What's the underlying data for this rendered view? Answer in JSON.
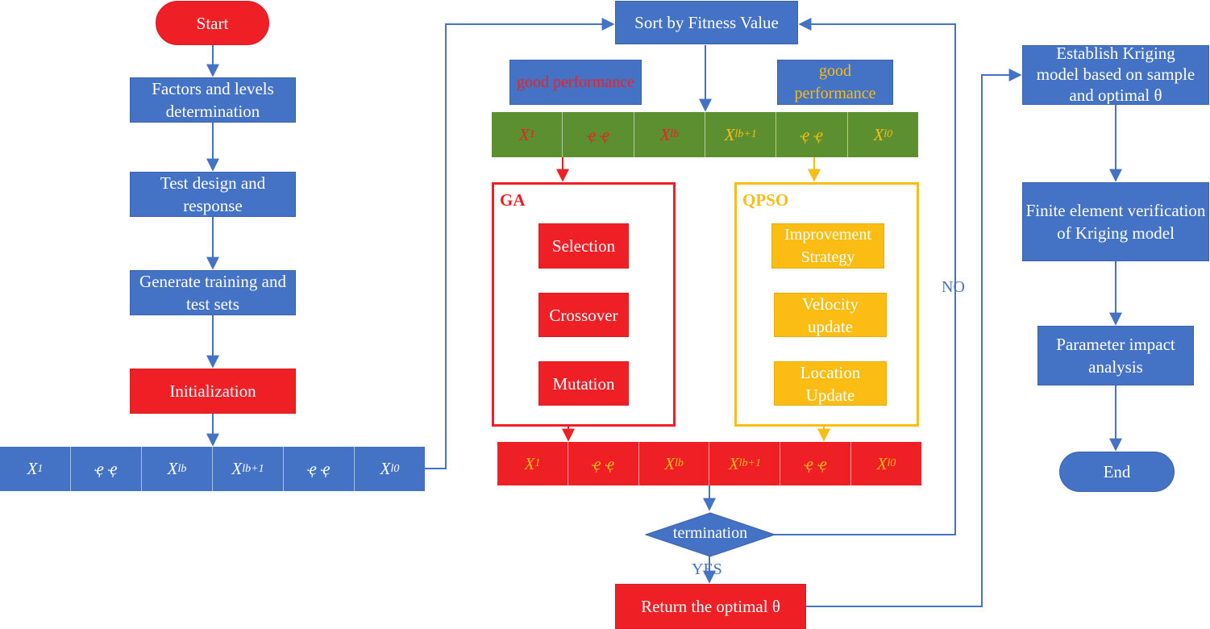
{
  "colors": {
    "blue": "#4472c4",
    "red": "#ee2026",
    "gold": "#fbbd13",
    "green": "#5b8f2f"
  },
  "left_column": {
    "start": "Start",
    "factors": "Factors and levels determination",
    "test_design": "Test design and response",
    "generate": "Generate training and test sets",
    "initialization": "Initialization"
  },
  "population": [
    {
      "base": "X",
      "sub": "1"
    },
    {
      "base": "ҿ ҿ",
      "sub": ""
    },
    {
      "base": "X",
      "sub": "lb"
    },
    {
      "base": "X",
      "sub": "lb+1"
    },
    {
      "base": "ҿ ҿ",
      "sub": ""
    },
    {
      "base": "X",
      "sub": "l0"
    }
  ],
  "middle": {
    "sort": "Sort by Fitness Value",
    "good_left": "good performance",
    "good_right": "good performance",
    "ga_title": "GA",
    "ga_ops": [
      "Selection",
      "Crossover",
      "Mutation"
    ],
    "qpso_title": "QPSO",
    "qpso_ops": [
      "Improvement Strategy",
      "Velocity update",
      "Location Update"
    ],
    "termination": "termination",
    "yes_label": "YES",
    "no_label": "NO",
    "return_optimal": "Return the optimal θ"
  },
  "right_column": {
    "establish": "Establish Kriging model based on sample and optimal θ",
    "fem": "Finite element verification of Kriging model",
    "impact": "Parameter impact analysis",
    "end": "End"
  }
}
